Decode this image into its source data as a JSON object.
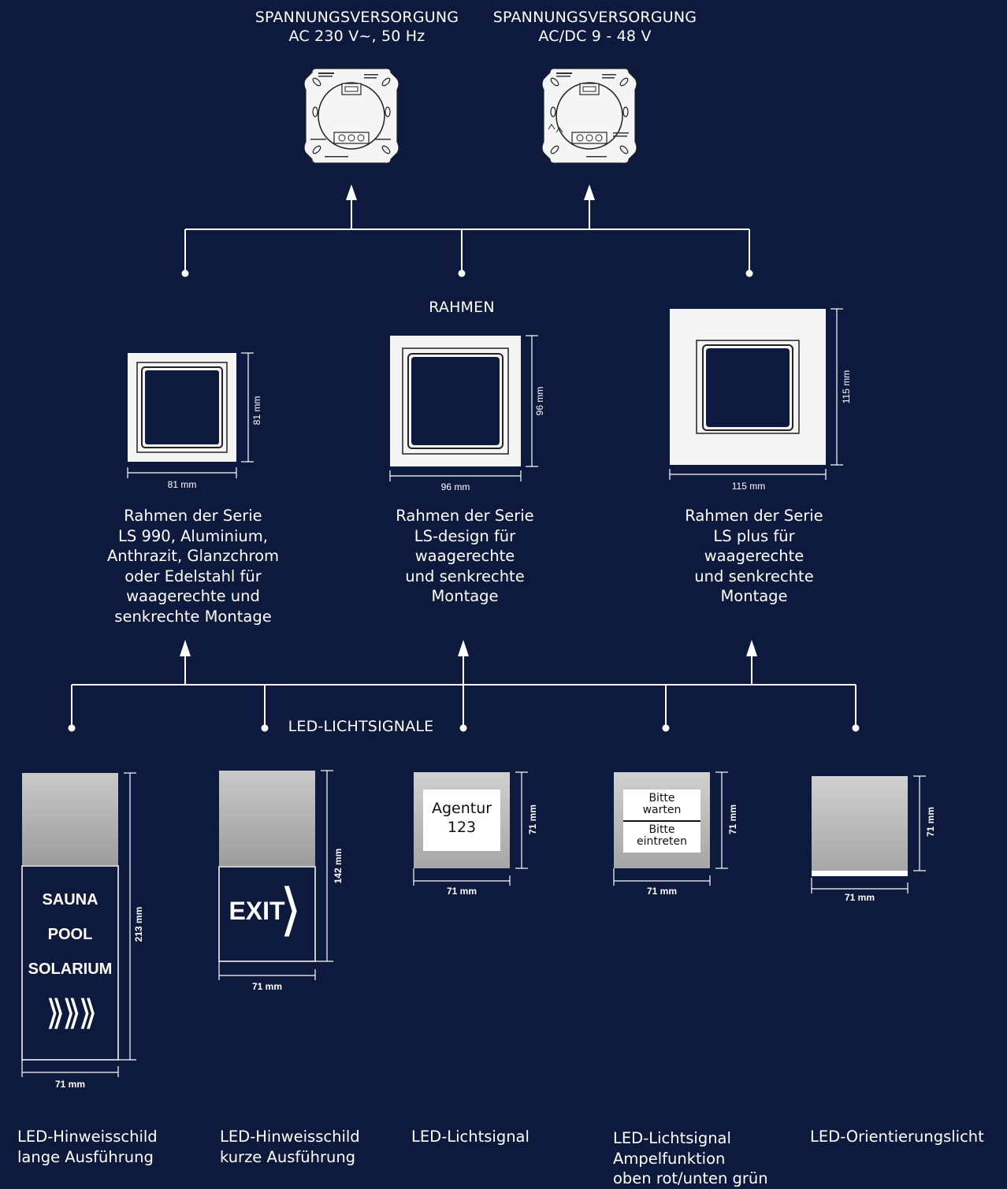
{
  "power_supply": [
    {
      "line1": "SPANNUNGSVERSORGUNG",
      "line2": "AC 230 V~, 50 Hz"
    },
    {
      "line1": "SPANNUNGSVERSORGUNG",
      "line2": "AC/DC 9 - 48 V"
    }
  ],
  "frames": {
    "heading": "RAHMEN",
    "items": [
      {
        "width_label": "81 mm",
        "height_label": "81 mm",
        "description": [
          "Rahmen der Serie",
          "LS 990, Aluminium,",
          "Anthrazit, Glanzchrom",
          "oder Edelstahl für",
          "waagerechte und",
          "senkrechte Montage"
        ]
      },
      {
        "width_label": "96 mm",
        "height_label": "96 mm",
        "description": [
          "Rahmen der Serie",
          "LS-design für",
          "waagerechte",
          "und senkrechte",
          "Montage"
        ]
      },
      {
        "width_label": "115 mm",
        "height_label": "115 mm",
        "description": [
          "Rahmen der Serie",
          "LS plus für",
          "waagerechte",
          "und senkrechte",
          "Montage"
        ]
      }
    ]
  },
  "signals": {
    "heading": "LED-LICHTSIGNALE",
    "items": [
      {
        "width_label": "71 mm",
        "height_label": "213 mm",
        "sign_lines": [
          "SAUNA",
          "POOL",
          "SOLARIUM"
        ],
        "arrows": "⟫⟫⟫",
        "label": [
          "LED-Hinweisschild",
          "lange Ausführung"
        ]
      },
      {
        "width_label": "71 mm",
        "height_label": "142 mm",
        "sign_text": "EXIT",
        "arrow": "⟩",
        "label": [
          "LED-Hinweisschild",
          "kurze Ausführung"
        ]
      },
      {
        "width_label": "71 mm",
        "height_label": "71 mm",
        "sign_lines": [
          "Agentur",
          "123"
        ],
        "label": [
          "LED-Lichtsignal"
        ]
      },
      {
        "width_label": "71 mm",
        "height_label": "71 mm",
        "sign_top": [
          "Bitte",
          "warten"
        ],
        "sign_bottom": [
          "Bitte",
          "eintreten"
        ],
        "label": [
          "LED-Lichtsignal",
          "Ampelfunktion",
          "oben rot/unten grün"
        ]
      },
      {
        "width_label": "71 mm",
        "height_label": "71 mm",
        "label": [
          "LED-Orientierungslicht"
        ]
      }
    ]
  },
  "colors": {
    "background": "#0d1a3d",
    "lines": "#ffffff",
    "frame_white": "#f4f4f4",
    "panel_grey": "#b9b9b9"
  }
}
